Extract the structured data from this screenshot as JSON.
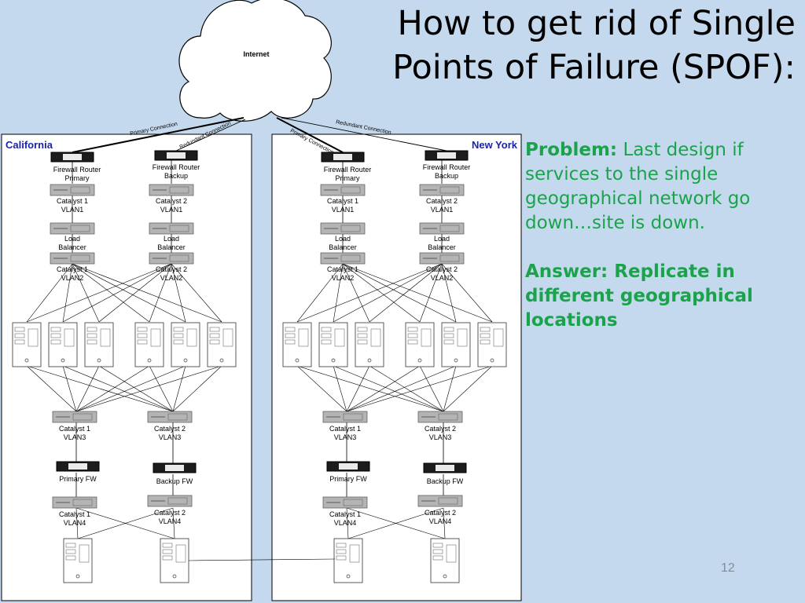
{
  "slide": {
    "title_line1": "How to get rid of Single",
    "title_line2": "Points of Failure (SPOF):",
    "problem_label": "Problem:",
    "problem_text": "Last design if services to the single geographical network go down…site is down.",
    "answer_label": "Answer:",
    "answer_text": "Replicate in different geographical locations",
    "page_number": "12"
  },
  "diagram": {
    "internet_label": "Internet",
    "connections": {
      "primary": "Primary Connection",
      "redundant": "Redundant Connection"
    },
    "sites": [
      {
        "id": "california",
        "label": "California",
        "firewall_primary": "Firewall Router Primary",
        "firewall_backup": "Firewall Router Backup",
        "cat1_vlan1": "Catalyst 1 VLAN1",
        "cat2_vlan1": "Catalyst 2 VLAN1",
        "lb1": "Load Balancer",
        "lb2": "Load Balancer",
        "cat1_vlan2": "Catalyst 1 VLAN2",
        "cat2_vlan2": "Catalyst 2 VLAN2",
        "server_count": 6,
        "cat1_vlan3": "Catalyst 1 VLAN3",
        "cat2_vlan3": "Catalyst 2 VLAN3",
        "primary_fw": "Primary FW",
        "backup_fw": "Backup FW",
        "cat1_vlan4": "Catalyst 1 VLAN4",
        "cat2_vlan4": "Catalyst 2 VLAN4",
        "db_count": 2
      },
      {
        "id": "new-york",
        "label": "New York",
        "firewall_primary": "Firewall Router Primary",
        "firewall_backup": "Firewall Router Backup",
        "cat1_vlan1": "Catalyst 1 VLAN1",
        "cat2_vlan1": "Catalyst 2 VLAN1",
        "lb1": "Load Balancer",
        "lb2": "Load Balancer",
        "cat1_vlan2": "Catalyst 1 VLAN2",
        "cat2_vlan2": "Catalyst 2 VLAN2",
        "server_count": 6,
        "cat1_vlan3": "Catalyst 1 VLAN3",
        "cat2_vlan3": "Catalyst 2 VLAN3",
        "primary_fw": "Primary FW",
        "backup_fw": "Backup FW",
        "cat1_vlan4": "Catalyst 1 VLAN4",
        "cat2_vlan4": "Catalyst 2 VLAN4",
        "db_count": 2
      }
    ]
  },
  "colors": {
    "background": "#c5d9ee",
    "site_label": "#1a24a6",
    "notes_text": "#1aa34a"
  }
}
